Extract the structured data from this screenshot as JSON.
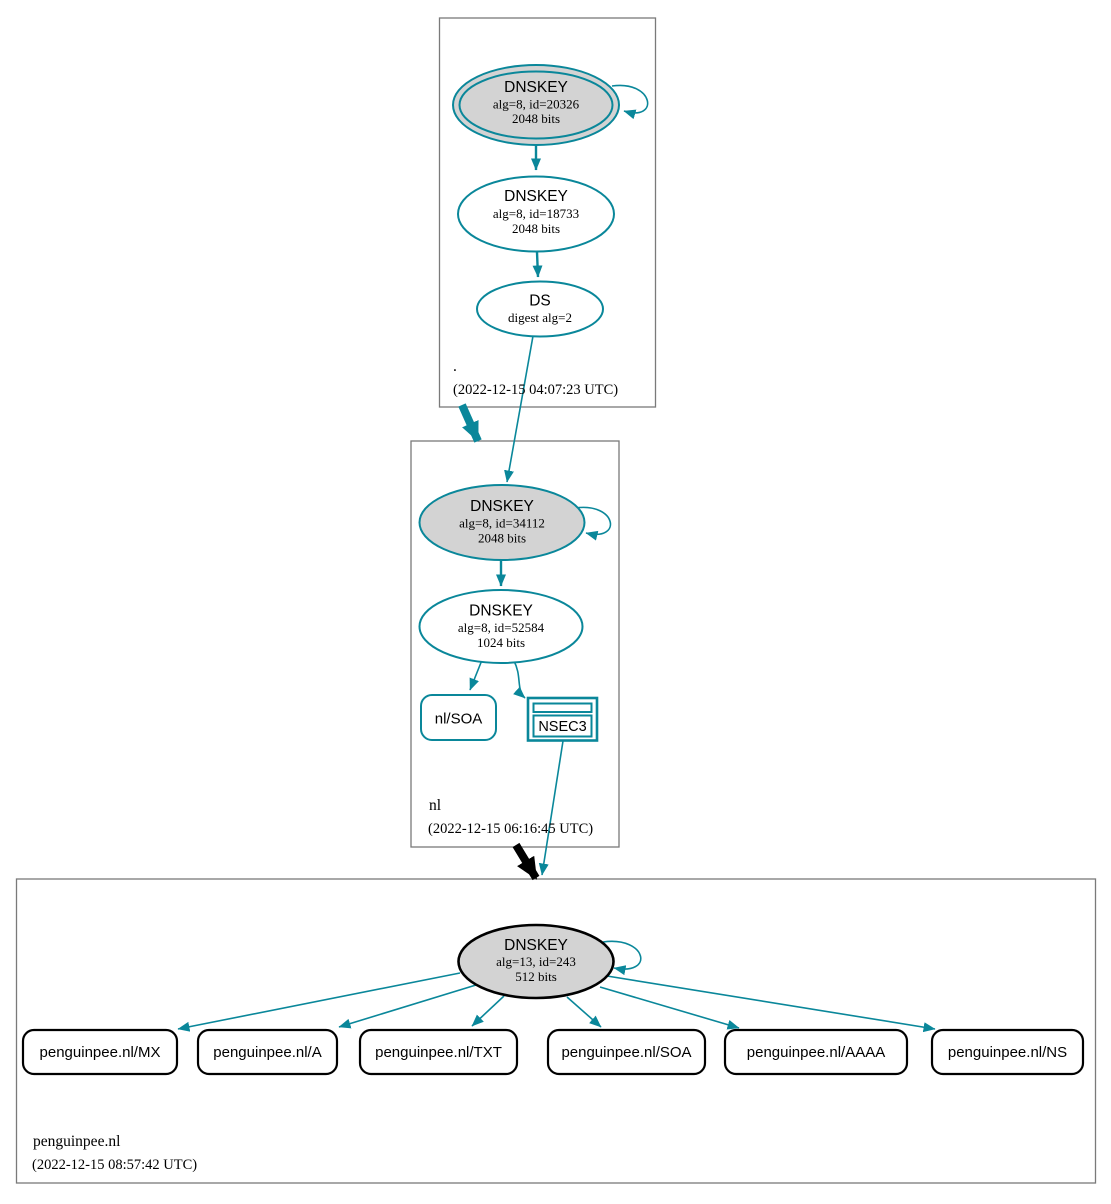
{
  "colors": {
    "secure": "#0a879a",
    "insecure": "#000000",
    "node-fill": "#d3d3d3",
    "zone-border": "#7a7a7a"
  },
  "zones": {
    "root": {
      "label": ".",
      "timestamp": "(2022-12-15 04:07:23 UTC)",
      "ksk": {
        "title": "DNSKEY",
        "detail1": "alg=8, id=20326",
        "detail2": "2048 bits"
      },
      "zsk": {
        "title": "DNSKEY",
        "detail1": "alg=8, id=18733",
        "detail2": "2048 bits"
      },
      "ds": {
        "title": "DS",
        "detail1": "digest alg=2"
      }
    },
    "nl": {
      "label": "nl",
      "timestamp": "(2022-12-15 06:16:45 UTC)",
      "ksk": {
        "title": "DNSKEY",
        "detail1": "alg=8, id=34112",
        "detail2": "2048 bits"
      },
      "zsk": {
        "title": "DNSKEY",
        "detail1": "alg=8, id=52584",
        "detail2": "1024 bits"
      },
      "soa": {
        "label": "nl/SOA"
      },
      "nsec3": {
        "label": "NSEC3"
      }
    },
    "penguinpee": {
      "label": "penguinpee.nl",
      "timestamp": "(2022-12-15 08:57:42 UTC)",
      "dnskey": {
        "title": "DNSKEY",
        "detail1": "alg=13, id=243",
        "detail2": "512 bits"
      },
      "rrsets": [
        {
          "label": "penguinpee.nl/MX"
        },
        {
          "label": "penguinpee.nl/A"
        },
        {
          "label": "penguinpee.nl/TXT"
        },
        {
          "label": "penguinpee.nl/SOA"
        },
        {
          "label": "penguinpee.nl/AAAA"
        },
        {
          "label": "penguinpee.nl/NS"
        }
      ]
    }
  }
}
